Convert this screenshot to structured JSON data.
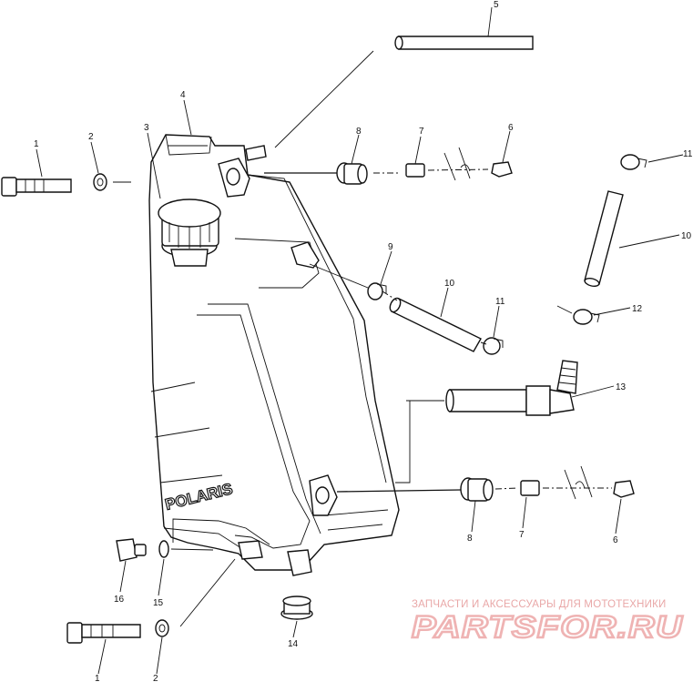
{
  "callouts": [
    {
      "id": "c1a",
      "label": "1"
    },
    {
      "id": "c2a",
      "label": "2"
    },
    {
      "id": "c3",
      "label": "3"
    },
    {
      "id": "c4",
      "label": "4"
    },
    {
      "id": "c5",
      "label": "5"
    },
    {
      "id": "c8a",
      "label": "8"
    },
    {
      "id": "c7a",
      "label": "7"
    },
    {
      "id": "c6a",
      "label": "6"
    },
    {
      "id": "c11a",
      "label": "11"
    },
    {
      "id": "c10a",
      "label": "10"
    },
    {
      "id": "c9",
      "label": "9"
    },
    {
      "id": "c10b",
      "label": "10"
    },
    {
      "id": "c11b",
      "label": "11"
    },
    {
      "id": "c12",
      "label": "12"
    },
    {
      "id": "c13",
      "label": "13"
    },
    {
      "id": "c8b",
      "label": "8"
    },
    {
      "id": "c7b",
      "label": "7"
    },
    {
      "id": "c6b",
      "label": "6"
    },
    {
      "id": "c16",
      "label": "16"
    },
    {
      "id": "c15",
      "label": "15"
    },
    {
      "id": "c14",
      "label": "14"
    },
    {
      "id": "c1b",
      "label": "1"
    },
    {
      "id": "c2b",
      "label": "2"
    }
  ],
  "tank_brand": "POLARIS",
  "watermark": {
    "tagline": "ЗАПЧАСТИ И АКСЕССУАРЫ ДЛЯ МОТОТЕХНИКИ",
    "logo": "PARTSFOR.RU"
  }
}
